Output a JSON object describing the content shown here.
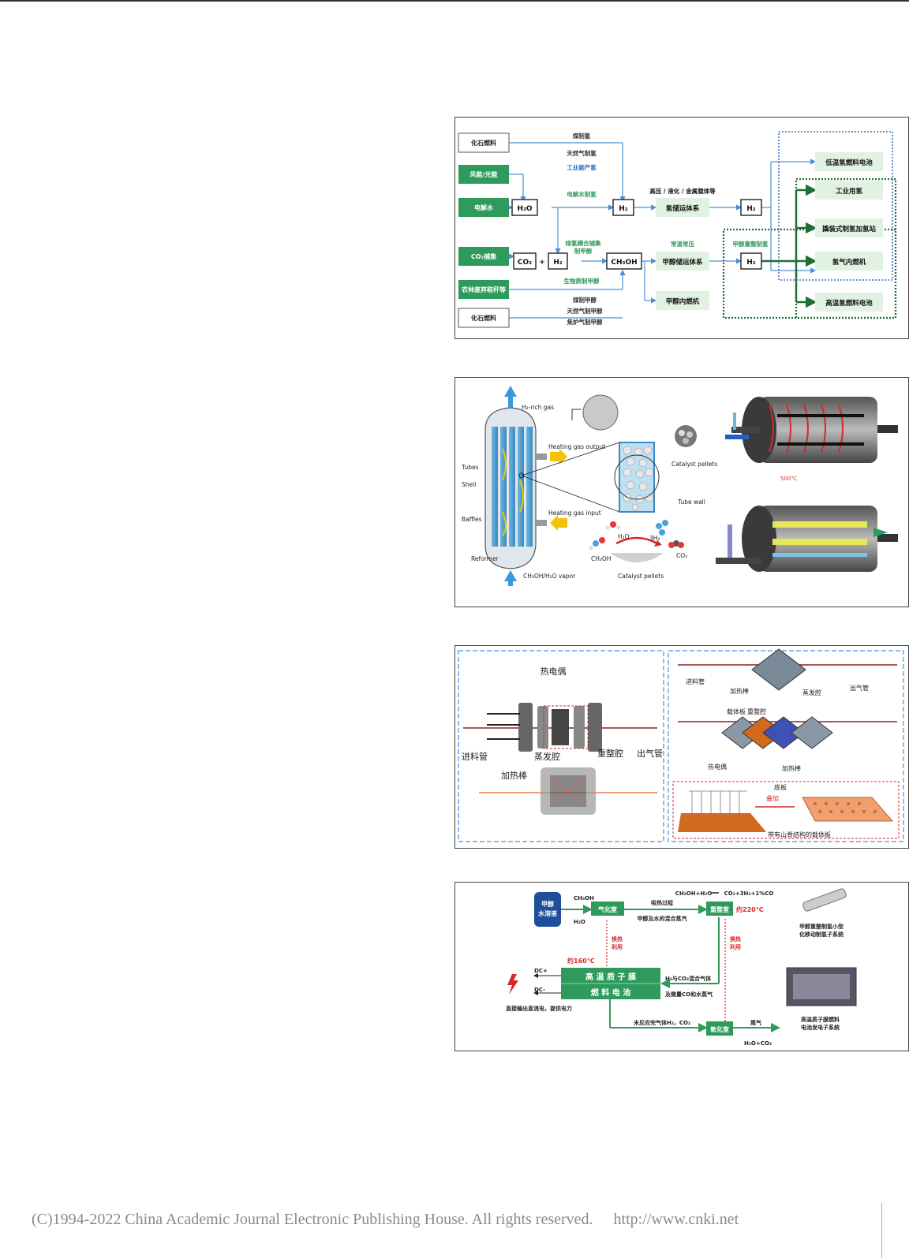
{
  "figure1": {
    "sources": {
      "fossil_fuel_1": "化石燃料",
      "wind_solar": "风能/光能",
      "electrolysis": "电解水",
      "co2_capture": "CO₂捕集",
      "straw": "农林废弃秸秆等",
      "fossil_fuel_2": "化石燃料"
    },
    "nodes": {
      "h2o": "H₂O",
      "h2_main": "H₂",
      "co2": "CO₂",
      "plus": "+",
      "h2_small": "H₂",
      "ch3oh": "CH₃OH",
      "h2_storage": "氢储运体系",
      "meoh_storage": "甲醇储运体系",
      "meoh_engine_mid": "甲醇内燃机",
      "h2_out1": "H₂",
      "h2_out2": "H₂"
    },
    "labels": {
      "coal_h2": "煤制氢",
      "gas_h2": "天然气制氢",
      "industrial_h2": "工业副产氢",
      "electro_h2": "电解水制氢",
      "high_pressure": "高压 / 液化 / 金属载体等",
      "co2_methanol_1": "绿氢耦合捕集",
      "co2_methanol_2": "制甲醇",
      "normal_pressure": "常温常压",
      "reforming": "甲醇重整制氢",
      "bio_methanol": "生物质制甲醇",
      "coal_methanol": "煤制甲醇",
      "gas_methanol": "天然气制甲醇",
      "coke_methanol": "焦炉气制甲醇"
    },
    "uses": {
      "low_temp_fc": "低温氢燃料电池",
      "industrial_use": "工业用氢",
      "station": "撬装式制氢加氢站",
      "h2_engine": "氢气内燃机",
      "high_temp_fc": "高温氢燃料电池"
    }
  },
  "figure2": {
    "h2_rich": "H₂-rich gas",
    "heat_out": "Heating gas output",
    "heat_in": "Heating gas input",
    "tubes": "Tubes",
    "shell": "Shell",
    "baffles": "Baffles",
    "reformer": "Reformer",
    "vapor": "CH₃OH/H₂O vapor",
    "catalyst_top": "Catalyst pellets",
    "tube_wall": "Tube wall",
    "h2o": "H₂O",
    "three_h2": "3H₂",
    "ch3oh": "CH₃OH",
    "co2": "CO₂",
    "catalyst_bottom": "Catalyst pellets",
    "temp_red": "500℃"
  },
  "figure3": {
    "thermocouple_top": "热电偶",
    "feed_pipe_left": "进料管",
    "heating_rod_left": "加热棒",
    "evap_left": "蒸发腔",
    "reform_left": "重整腔",
    "out_pipe_left": "出气管",
    "feed_pipe_right": "进料管",
    "heating_rod_right_top": "加热棒",
    "carrier_plate": "载体板",
    "reform_right": "重整腔",
    "evap_right": "蒸发腔",
    "out_pipe_right": "出气管",
    "thermocouple_right": "热电偶",
    "heating_rod_right_bottom": "加热棒",
    "base_plate": "底板",
    "stack": "叠加",
    "carrier_caption": "带有山脊结构的载体板"
  },
  "figure4": {
    "tank": [
      "甲醇",
      "水溶液"
    ],
    "ch3oh": "CH₃OH",
    "h2o": "H₂O",
    "vaporizer": "气化室",
    "heat_transfer": "吸热过程",
    "mixture": "甲醇及水的混合蒸汽",
    "reaction_left": "CH₃OH+H₂O",
    "reaction_right": "CO₂+3H₂+1%CO",
    "reformer": "重整室",
    "temp_220": "约220°C",
    "heat_left": [
      "换热",
      "利用"
    ],
    "heat_right": [
      "换热",
      "利用"
    ],
    "temp_160": "约160°C",
    "fc_line1": "高 温 质 子 膜",
    "fc_line2": "燃 料 电 池",
    "dc_plus": "DC+",
    "dc_minus": "DC-",
    "gas_mix": "H₂与CO₂混合气体",
    "gas_mix2": "及微量CO和水蒸气",
    "dc_output": "直接输出直流电，提供电力",
    "unreacted": "未反应完气体H₂，CO₂",
    "oxidizer": "氧化室",
    "exhaust": "尾气",
    "exhaust_products": "H₂O+CO₂",
    "product1": [
      "甲醇重整制氢小型",
      "化移动制氢子系统"
    ],
    "product2": [
      "高温质子膜燃料",
      "电池发电子系统"
    ]
  },
  "footer": {
    "copyright": "(C)1994-2022 China Academic Journal Electronic Publishing House. All rights reserved.",
    "url": "http://www.cnki.net"
  },
  "colors": {
    "green": "#2e9a5b",
    "light_green": "#e2f2e2",
    "blue_line": "#4a90d9",
    "dark_green": "#1f6f35",
    "red": "#d62828"
  }
}
